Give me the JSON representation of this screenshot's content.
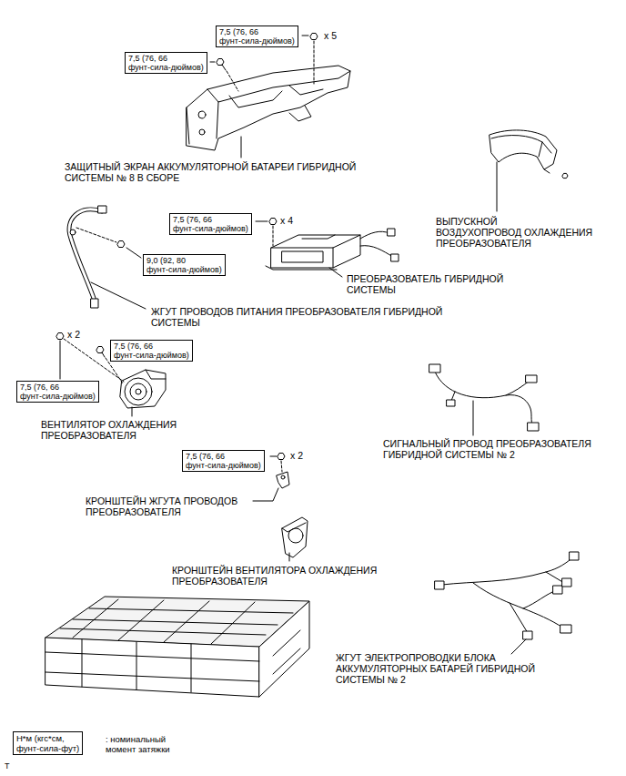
{
  "diagram": {
    "nodes": [
      {
        "text": [
          "7,5 (76, 66 фунт-сила-дюймов)"
        ]
      },
      {
        "text": [
          "7,5 (76, 66 фунт-сила-дюймов)"
        ]
      },
      {
        "text": [
          "7,5 (76, 66 фунт-сила-дюймов)"
        ]
      },
      {
        "text": [
          "9,0 (92, 80 фунт-сила-дюймов)"
        ]
      },
      {
        "text": [
          "7,5 (76, 66 фунт-сила-дюймов)"
        ]
      },
      {
        "text": [
          "7,5 (76, 66 фунт-сила-дюймов)"
        ]
      },
      {
        "text": [
          "7,5 (76, 66 фунт-сила-дюймов)"
        ]
      },
      {
        "text": [
          "Н*м (кгс*см, фунт-сила-фут)"
        ]
      }
    ],
    "labels": [
      "x 5",
      "ЗАЩИТНЫЙ ЭКРАН АККУМУЛЯТОРНОЙ БАТАРЕИ ГИБРИДНОЙ СИСТЕМЫ № 8 В СБОРЕ",
      "ВЫПУСКНОЙ ВОЗДУХОПРОВОД ОХЛАЖДЕНИЯ ПРЕОБРАЗОВАТЕЛЯ",
      "x 4",
      "ПРЕОБРАЗОВАТЕЛЬ ГИБРИДНОЙ СИСТЕМЫ",
      "ЖГУТ ПРОВОДОВ ПИТАНИЯ ПРЕОБРАЗОВАТЕЛЯ ГИБРИДНОЙ СИСТЕМЫ",
      "x 2",
      "ВЕНТИЛЯТОР ОХЛАЖДЕНИЯ ПРЕОБРАЗОВАТЕЛЯ",
      "СИГНАЛЬНЫЙ ПРОВОД ПРЕОБРАЗОВАТЕЛЯ ГИБРИДНОЙ СИСТЕМЫ № 2",
      "x 2",
      "КРОНШТЕЙН ЖГУТА ПРОВОДОВ ПРЕОБРАЗОВАТЕЛЯ",
      "КРОНШТЕЙН ВЕНТИЛЯТОРА ОХЛАЖДЕНИЯ ПРЕОБРАЗОВАТЕЛЯ",
      "ЖГУТ ЭЛЕКТРОПРОВОДКИ БЛОКА АККУМУЛЯТОРНЫХ БАТАРЕЙ ГИБРИДНОЙ СИСТЕМЫ № 2",
      ": номинальный момент затяжки",
      "T"
    ]
  }
}
